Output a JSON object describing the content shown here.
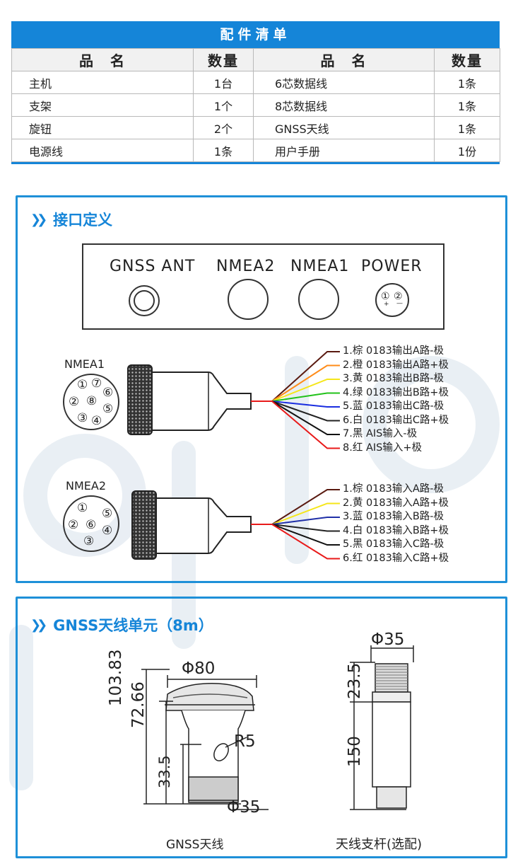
{
  "parts_list": {
    "title": "配件清单",
    "headers": [
      "品　名",
      "数量",
      "品　名",
      "数量"
    ],
    "rows": [
      [
        "主机",
        "1台",
        "6芯数据线",
        "1条"
      ],
      [
        "支架",
        "1个",
        "8芯数据线",
        "1条"
      ],
      [
        "旋钮",
        "2个",
        "GNSS天线",
        "1条"
      ],
      [
        "电源线",
        "1条",
        "用户手册",
        "1份"
      ]
    ]
  },
  "interface": {
    "title": "接口定义",
    "ports": [
      "GNSS ANT",
      "NMEA2",
      "NMEA1",
      "POWER"
    ],
    "power_pins": [
      "①",
      "②"
    ],
    "power_signs": [
      "+",
      "—"
    ],
    "nmea1": {
      "label": "NMEA1",
      "pins": [
        "①",
        "②",
        "③",
        "④",
        "⑤",
        "⑥",
        "⑦",
        "⑧"
      ],
      "wires": [
        {
          "text": "1.棕 0183输出A路-极",
          "color": "#5a1a10"
        },
        {
          "text": "2.橙 0183输出A路+极",
          "color": "#ff8c1a"
        },
        {
          "text": "3.黄 0183输出B路-极",
          "color": "#f5e61a"
        },
        {
          "text": "4.绿 0183输出B路+极",
          "color": "#22c21a"
        },
        {
          "text": "5.蓝 0183输出C路-极",
          "color": "#1a2ee0"
        },
        {
          "text": "6.白 0183输出C路+极",
          "color": "#222222"
        },
        {
          "text": "7.黑 AIS输入-极",
          "color": "#111111"
        },
        {
          "text": "8.红 AIS输入+极",
          "color": "#e81a1a"
        }
      ]
    },
    "nmea2": {
      "label": "NMEA2",
      "pins": [
        "①",
        "②",
        "③",
        "④",
        "⑤",
        "⑥"
      ],
      "wires": [
        {
          "text": "1.棕 0183输入A路-极",
          "color": "#5a1a10"
        },
        {
          "text": "2.黄 0183输入A路+极",
          "color": "#f5e61a"
        },
        {
          "text": "3.蓝 0183输入B路-极",
          "color": "#2030a8"
        },
        {
          "text": "4.白 0183输入B路+极",
          "color": "#222222"
        },
        {
          "text": "5.黑 0183输入C路-极",
          "color": "#111111"
        },
        {
          "text": "6.红 0183输入C路+极",
          "color": "#e81a1a"
        }
      ]
    }
  },
  "gnss": {
    "title": "GNSS天线单元（8m）",
    "antenna": {
      "dims": [
        "Φ80",
        "103.83",
        "72.66",
        "33.5",
        "R5",
        "Φ35"
      ],
      "caption": "GNSS天线"
    },
    "pole": {
      "dims": [
        "Φ35",
        "23.5",
        "150"
      ],
      "caption": "天线支杆(选配)"
    }
  },
  "colors": {
    "accent": "#1585d8",
    "border": "#1e90d8"
  }
}
